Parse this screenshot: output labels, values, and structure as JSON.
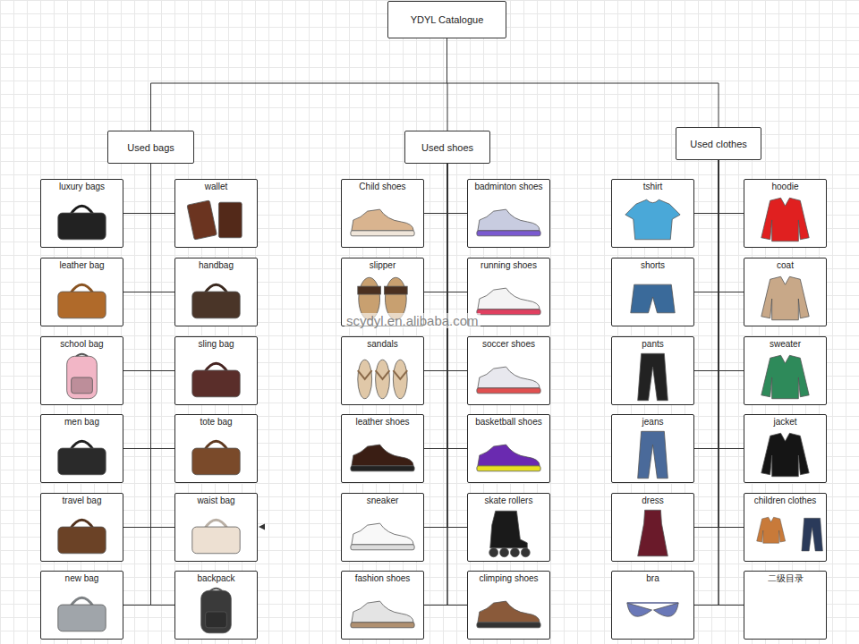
{
  "diagram": {
    "nodes": [
      {
        "text": [
          "YDYL Catalogue"
        ]
      },
      {
        "text": [
          "Used bags"
        ]
      },
      {
        "text": [
          "Used shoes"
        ]
      },
      {
        "text": [
          "Used clothes"
        ]
      },
      {
        "text": [
          "luxury bags"
        ]
      },
      {
        "text": [
          "wallet"
        ]
      },
      {
        "text": [
          "leather bag"
        ]
      },
      {
        "text": [
          "handbag"
        ]
      },
      {
        "text": [
          "school bag"
        ]
      },
      {
        "text": [
          "sling bag"
        ]
      },
      {
        "text": [
          "men bag"
        ]
      },
      {
        "text": [
          "tote bag"
        ]
      },
      {
        "text": [
          "travel bag"
        ]
      },
      {
        "text": [
          "waist bag"
        ]
      },
      {
        "text": [
          "new bag"
        ]
      },
      {
        "text": [
          "backpack"
        ]
      },
      {
        "text": [
          "Child shoes"
        ]
      },
      {
        "text": [
          "badminton shoes"
        ]
      },
      {
        "text": [
          "slipper"
        ]
      },
      {
        "text": [
          "running shoes"
        ]
      },
      {
        "text": [
          "sandals"
        ]
      },
      {
        "text": [
          "soccer shoes"
        ]
      },
      {
        "text": [
          "leather shoes"
        ]
      },
      {
        "text": [
          "basketball shoes"
        ]
      },
      {
        "text": [
          "sneaker"
        ]
      },
      {
        "text": [
          "skate rollers"
        ]
      },
      {
        "text": [
          "fashion shoes"
        ]
      },
      {
        "text": [
          "climping shoes"
        ]
      },
      {
        "text": [
          "tshirt"
        ]
      },
      {
        "text": [
          "hoodie"
        ]
      },
      {
        "text": [
          "shorts"
        ]
      },
      {
        "text": [
          "coat"
        ]
      },
      {
        "text": [
          "pants"
        ]
      },
      {
        "text": [
          "sweater"
        ]
      },
      {
        "text": [
          "jeans"
        ]
      },
      {
        "text": [
          "jacket"
        ]
      },
      {
        "text": [
          "dress"
        ]
      },
      {
        "text": [
          "children clothes"
        ]
      },
      {
        "text": [
          "bra"
        ]
      },
      {
        "text": [
          "二级目录"
        ]
      }
    ],
    "edges": [
      {
        "from": 0,
        "to": 1,
        "arrow": "none"
      },
      {
        "from": 0,
        "to": 2,
        "arrow": "none"
      },
      {
        "from": 0,
        "to": 3,
        "arrow": "none"
      },
      {
        "from": 1,
        "to": 4,
        "arrow": "none"
      },
      {
        "from": 1,
        "to": 5,
        "arrow": "none"
      },
      {
        "from": 1,
        "to": 6,
        "arrow": "none"
      },
      {
        "from": 1,
        "to": 7,
        "arrow": "none"
      },
      {
        "from": 1,
        "to": 8,
        "arrow": "none"
      },
      {
        "from": 1,
        "to": 9,
        "arrow": "none"
      },
      {
        "from": 1,
        "to": 10,
        "arrow": "none"
      },
      {
        "from": 1,
        "to": 11,
        "arrow": "none"
      },
      {
        "from": 1,
        "to": 12,
        "arrow": "none"
      },
      {
        "from": 1,
        "to": 13,
        "arrow": "none"
      },
      {
        "from": 1,
        "to": 14,
        "arrow": "none"
      },
      {
        "from": 1,
        "to": 15,
        "arrow": "none"
      },
      {
        "from": 2,
        "to": 16,
        "arrow": "none"
      },
      {
        "from": 2,
        "to": 17,
        "arrow": "none"
      },
      {
        "from": 2,
        "to": 18,
        "arrow": "none"
      },
      {
        "from": 2,
        "to": 19,
        "arrow": "none"
      },
      {
        "from": 2,
        "to": 20,
        "arrow": "none"
      },
      {
        "from": 2,
        "to": 21,
        "arrow": "none"
      },
      {
        "from": 2,
        "to": 22,
        "arrow": "none"
      },
      {
        "from": 2,
        "to": 23,
        "arrow": "none"
      },
      {
        "from": 2,
        "to": 24,
        "arrow": "none"
      },
      {
        "from": 2,
        "to": 25,
        "arrow": "none"
      },
      {
        "from": 2,
        "to": 26,
        "arrow": "none"
      },
      {
        "from": 2,
        "to": 27,
        "arrow": "none"
      },
      {
        "from": 3,
        "to": 28,
        "arrow": "none"
      },
      {
        "from": 3,
        "to": 29,
        "arrow": "none"
      },
      {
        "from": 3,
        "to": 30,
        "arrow": "none"
      },
      {
        "from": 3,
        "to": 31,
        "arrow": "none"
      },
      {
        "from": 3,
        "to": 32,
        "arrow": "none"
      },
      {
        "from": 3,
        "to": 33,
        "arrow": "none"
      },
      {
        "from": 3,
        "to": 34,
        "arrow": "none"
      },
      {
        "from": 3,
        "to": 35,
        "arrow": "none"
      },
      {
        "from": 3,
        "to": 36,
        "arrow": "none"
      },
      {
        "from": 3,
        "to": 37,
        "arrow": "none"
      },
      {
        "from": 3,
        "to": 38,
        "arrow": "none"
      },
      {
        "from": 3,
        "to": 39,
        "arrow": "none"
      }
    ],
    "labels": [
      "scydyl.en.alibaba.com"
    ]
  }
}
